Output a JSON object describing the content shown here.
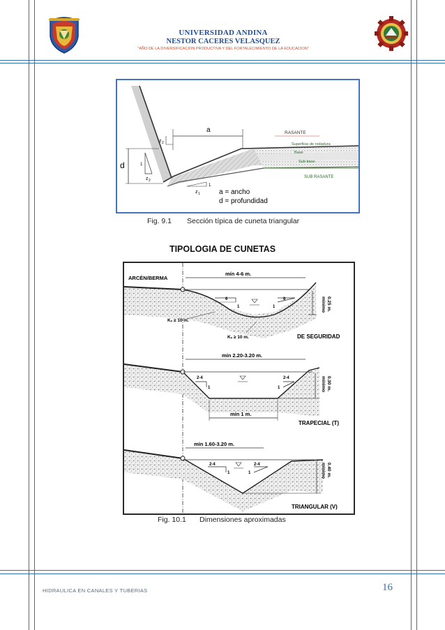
{
  "header": {
    "university": "UNIVERSIDAD ANDINA",
    "name": "NESTOR CACERES VELASQUEZ",
    "motto": "\"AÑO DE LA DIVERSIFICACION PRODUCTIVA Y DEL FORTALECIMIENTO DE LA EDUCACION\""
  },
  "figure1": {
    "labels": {
      "a": "a",
      "d": "d",
      "z2_top": "z",
      "z2_sub_top": "2",
      "one_left": "1",
      "z2_bottom": "z",
      "z2_sub_bottom": "2",
      "z1": "z",
      "z1_sub": "1",
      "one_right": "1",
      "rasante": "RASANTE",
      "superficie": "Superficie de rodadura",
      "base": "Base",
      "subbase": "Sub-base",
      "sub_rasante": "SUB RASANTE",
      "legend_a": "a = ancho",
      "legend_d": "d = profundidad"
    },
    "caption_num": "Fig. 9.1",
    "caption_text": "Sección típica de cuneta triangular"
  },
  "section_title": "TIPOLOGIA DE CUNETAS",
  "figure2": {
    "labels": {
      "arcen": "ARCÉN/BERMA",
      "seg_min": "mín 4-6 m.",
      "seg_six_l": "6",
      "seg_one_l": "1",
      "seg_six_r": "6",
      "seg_one_r": "1",
      "seg_depth_1": "mínimo",
      "seg_depth_2": "0.25 m.",
      "kv1": "Kᵥ ≥ 10 m.",
      "kv2": "Kᵥ ≥ 10 m.",
      "seg_name": "DE SEGURIDAD",
      "trap_min": "mín 2.20-3.20 m.",
      "trap_24_l": "2-4",
      "trap_one_l": "1",
      "trap_24_r": "2-4",
      "trap_one_r": "1",
      "trap_depth_1": "mínimo",
      "trap_depth_2": "0.30 m.",
      "trap_bottom": "mín 1 m.",
      "trap_name": "TRAPECIAL (T)",
      "tri_min": "mín 1.60-3.20 m.",
      "tri_24_l": "2-4",
      "tri_one_l": "1",
      "tri_24_r": "2-4",
      "tri_one_r": "1",
      "tri_depth_1": "mínimo",
      "tri_depth_2": "0.40 m.",
      "tri_name": "TRIANGULAR (V)"
    },
    "caption_num": "Fig. 10.1",
    "caption_text": "Dimensiones aproximadas"
  },
  "footer": {
    "left": "HIDRAULICA EN CANALES Y TUBERIAS",
    "page": "16"
  },
  "colors": {
    "frame": "#2e74b5",
    "header_text": "#1f4e9a",
    "motto": "#d04a2a",
    "fig1_border": "#4472c4"
  }
}
